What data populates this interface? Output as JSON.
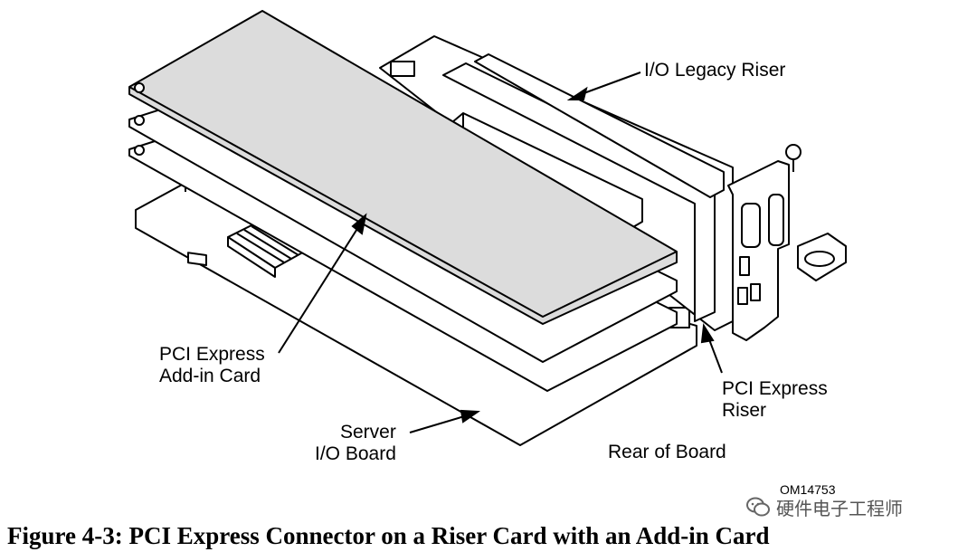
{
  "labels": {
    "io_legacy_riser": "I/O Legacy Riser",
    "pci_express_add_in_card_line1": "PCI Express",
    "pci_express_add_in_card_line2": "Add-in Card",
    "server_io_board_line1": "Server",
    "server_io_board_line2": "I/O Board",
    "pci_express_riser_line1": "PCI Express",
    "pci_express_riser_line2": "Riser",
    "rear_of_board": "Rear of Board",
    "figure_code": "OM14753"
  },
  "caption": "Figure 4-3:  PCI Express Connector on a Riser Card with an Add-in Card",
  "watermark": {
    "text": "硬件电子工程师",
    "icon": "wechat-icon"
  },
  "colors": {
    "line": "#000000",
    "card_fill": "#dcdcdc",
    "board_fill": "#ffffff"
  }
}
